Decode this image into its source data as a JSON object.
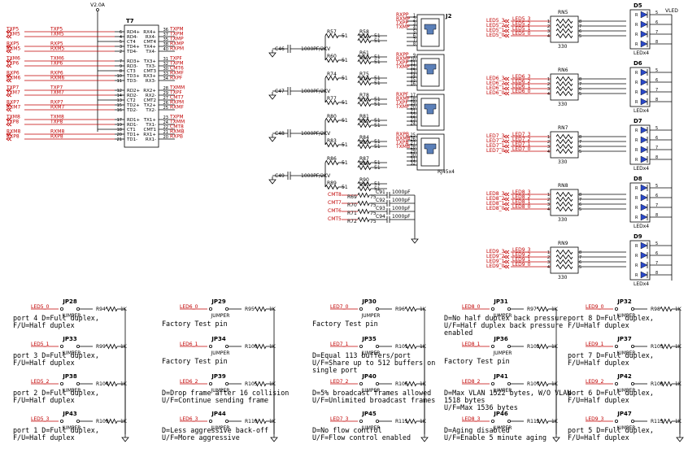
{
  "power": {
    "v2": "V2.0A",
    "vled": "VLED"
  },
  "transformer": {
    "ref": "T7",
    "left_pins": [
      {
        "n": "6",
        "l": "RD4+"
      },
      {
        "n": "4",
        "l": "RD4-"
      },
      {
        "n": "5",
        "l": "CT4"
      },
      {
        "n": "3",
        "l": "TD4+"
      },
      {
        "n": "2",
        "l": "TD4-"
      },
      {
        "n": "7",
        "l": "RD3+"
      },
      {
        "n": "9",
        "l": "RD3-"
      },
      {
        "n": "8",
        "l": "CT3"
      },
      {
        "n": "10",
        "l": "TD3+"
      },
      {
        "n": "11",
        "l": "TD3-"
      },
      {
        "n": "12",
        "l": "RD2+"
      },
      {
        "n": "14",
        "l": "RD2-"
      },
      {
        "n": "13",
        "l": "CT2"
      },
      {
        "n": "15",
        "l": "TD2+"
      },
      {
        "n": "16",
        "l": "TD2-"
      },
      {
        "n": "17",
        "l": "RD1+"
      },
      {
        "n": "19",
        "l": "RD1-"
      },
      {
        "n": "18",
        "l": "CT1"
      },
      {
        "n": "20",
        "l": "TD1+"
      },
      {
        "n": "21",
        "l": "TD1-"
      }
    ],
    "right_pins": [
      {
        "n": "36",
        "l": "RX4+"
      },
      {
        "n": "37",
        "l": "RX4-"
      },
      {
        "n": "35",
        "l": "CMT4"
      },
      {
        "n": "38",
        "l": "TX4+"
      },
      {
        "n": "40",
        "l": "TX4-"
      },
      {
        "n": "31",
        "l": "TX3+"
      },
      {
        "n": "32",
        "l": "TX3-"
      },
      {
        "n": "30",
        "l": "CMT3"
      },
      {
        "n": "33",
        "l": "RX3+"
      },
      {
        "n": "34",
        "l": "RX3-"
      },
      {
        "n": "28",
        "l": "RX2+"
      },
      {
        "n": "29",
        "l": "RX2-"
      },
      {
        "n": "27",
        "l": "CMT2"
      },
      {
        "n": "26",
        "l": "TX2+"
      },
      {
        "n": "25",
        "l": "TX2-"
      },
      {
        "n": "23",
        "l": "TX1+"
      },
      {
        "n": "24",
        "l": "TX1-"
      },
      {
        "n": "22",
        "l": "CMT1"
      },
      {
        "n": "21",
        "l": "RX1+"
      },
      {
        "n": "20",
        "l": "RX1-"
      }
    ]
  },
  "left_nets": [
    "TXP5",
    "TXM5",
    "RXP5",
    "RXM5",
    "TXM6",
    "TXP6",
    "RXP6",
    "RXM6",
    "TXP7",
    "TXM7",
    "RXP7",
    "RXM7",
    "TXM8",
    "TXP8",
    "RXM8",
    "RXP8"
  ],
  "right_nets": [
    "TXPM",
    "TXPM",
    "TXMP",
    "RXMP",
    "RXPM",
    "TXPF",
    "TXPM",
    "CMT6",
    "RXMF",
    "RXPF",
    "TXMM",
    "TXPF",
    "CMT7",
    "RXPM",
    "RXMF",
    "TXPM",
    "TXMM",
    "CMT8",
    "RXMB",
    "RXPB"
  ],
  "connector": {
    "ref": "J2",
    "part": "RJ45x4",
    "nets": [
      "RXPP",
      "RXMP",
      "TXPP",
      "TXMP",
      "RXPP",
      "RXMP",
      "TXPP",
      "TXMP",
      "RXPF",
      "RXMF",
      "TXPF",
      "TXMF",
      "RXPB",
      "RXMB",
      "TXPB",
      "TXMB"
    ]
  },
  "termination": {
    "caps": [
      "C46",
      "C47",
      "C48",
      "C49"
    ],
    "cap_value": "1000PF/2KV",
    "res": [
      [
        "R57",
        "R58",
        "R59",
        "R60",
        "R61",
        "R62"
      ],
      [
        "R74",
        "R75",
        "R76",
        "R77",
        "R78",
        "R79"
      ],
      [
        "R80",
        "R81",
        "R82",
        "R83",
        "R84",
        "R85"
      ],
      [
        "R86",
        "R87",
        "R88",
        "R89",
        "R90",
        "R91"
      ]
    ],
    "res_value": "51"
  },
  "cmt_filter": {
    "items": [
      {
        "net": "CMT8",
        "r": "R69",
        "c": "C91"
      },
      {
        "net": "CMT7",
        "r": "R70",
        "c": "C92"
      },
      {
        "net": "CMT6",
        "r": "R71",
        "c": "C93"
      },
      {
        "net": "CMT5",
        "r": "R72",
        "c": "C94"
      }
    ],
    "r_value": "75",
    "c_value": "1000pF"
  },
  "led_banks": [
    {
      "rn": "RN5",
      "d": "D5",
      "nets": [
        "LED5_3",
        "LED5_2",
        "LED5_1",
        "LED5_0"
      ]
    },
    {
      "rn": "RN6",
      "d": "D6",
      "nets": [
        "LED6_3",
        "LED6_2",
        "LED6_1",
        "LED6_0"
      ]
    },
    {
      "rn": "RN7",
      "d": "D7",
      "nets": [
        "LED7_3",
        "LED7_2",
        "LED7_1",
        "LED7_0"
      ]
    },
    {
      "rn": "RN8",
      "d": "D8",
      "nets": [
        "LED8_3",
        "LED8_2",
        "LED8_1",
        "LED8_0"
      ]
    },
    {
      "rn": "RN9",
      "d": "D9",
      "nets": [
        "LED9_3",
        "LED9_2",
        "LED9_1",
        "LED9_0"
      ]
    }
  ],
  "led_bank_labels": {
    "rn_value": "330",
    "d_part": "LEDx4"
  },
  "jumper_label": "JUMPER",
  "jumper_res_value": "1K",
  "jumper_columns": [
    {
      "items": [
        {
          "jp": "JP28",
          "net": "LED5_0",
          "r": "R94",
          "desc": [
            "port 4 D=Full duplex,",
            "F/U=Half duplex"
          ]
        },
        {
          "jp": "JP33",
          "net": "LED5_1",
          "r": "R99",
          "desc": [
            "port 3 D=Full duplex,",
            "F/U=Half duplex"
          ]
        },
        {
          "jp": "JP38",
          "net": "LED5_2",
          "r": "R104",
          "desc": [
            "port 2 D=Full duplex,",
            "F/U=Half duplex"
          ]
        },
        {
          "jp": "JP43",
          "net": "LED5_3",
          "r": "R109",
          "desc": [
            "port 1 D=Full duplex,",
            "F/U=Half duplex"
          ]
        }
      ]
    },
    {
      "items": [
        {
          "jp": "JP29",
          "net": "LED6_0",
          "r": "R95",
          "desc": [
            "Factory Test pin"
          ]
        },
        {
          "jp": "JP34",
          "net": "LED6_1",
          "r": "R100",
          "desc": [
            "Factory Test pin"
          ]
        },
        {
          "jp": "JP39",
          "net": "LED6_2",
          "r": "R105",
          "desc": [
            "D=Drop frame after 16 collision",
            "U/F=Continue sending frame"
          ]
        },
        {
          "jp": "JP44",
          "net": "LED6_3",
          "r": "R110",
          "desc": [
            "D=Less aggressive back-off",
            "U/F=More aggressive"
          ]
        }
      ]
    },
    {
      "items": [
        {
          "jp": "JP30",
          "net": "LED7_0",
          "r": "R96",
          "desc": [
            "Factory Test pin"
          ]
        },
        {
          "jp": "JP35",
          "net": "LED7_1",
          "r": "R101",
          "desc": [
            "D=Equal 113 buffers/port",
            "U/F=Share up to 512 buffers on",
            "single port"
          ]
        },
        {
          "jp": "JP40",
          "net": "LED7_2",
          "r": "R106",
          "desc": [
            "D=5% broadcast frames allowed",
            "U/F=Unlimited broadcast frames"
          ]
        },
        {
          "jp": "JP45",
          "net": "LED7_3",
          "r": "R111",
          "desc": [
            "D=No flow control",
            "U/F=Flow control enabled"
          ]
        }
      ]
    },
    {
      "items": [
        {
          "jp": "JP31",
          "net": "LED8_0",
          "r": "R97",
          "desc": [
            "D=No half duplex back pressure",
            "U/F=Half duplex back pressure",
            "enabled"
          ]
        },
        {
          "jp": "JP36",
          "net": "LED8_1",
          "r": "R102",
          "desc": [
            "Factory Test pin"
          ]
        },
        {
          "jp": "JP41",
          "net": "LED8_2",
          "r": "R107",
          "desc": [
            "D=Max VLAN 1522 bytes, W/O VLAN",
            "1518 bytes",
            "U/F=Max 1536 bytes"
          ]
        },
        {
          "jp": "JP46",
          "net": "LED8_3",
          "r": "R112",
          "desc": [
            "D=Aging disabled",
            "U/F=Enable 5 minute aging"
          ]
        }
      ]
    },
    {
      "items": [
        {
          "jp": "JP32",
          "net": "LED9_0",
          "r": "R98",
          "desc": [
            "port 8 D=Full duplex,",
            "F/U=Half duplex"
          ]
        },
        {
          "jp": "JP37",
          "net": "LED9_1",
          "r": "R103",
          "desc": [
            "port 7 D=Full duplex,",
            "F/U=Half duplex"
          ]
        },
        {
          "jp": "JP42",
          "net": "LED9_2",
          "r": "R108",
          "desc": [
            "port 6 D=Full duplex,",
            "F/U=Half duplex"
          ]
        },
        {
          "jp": "JP47",
          "net": "LED9_3",
          "r": "R113",
          "desc": [
            "port 5 D=Full duplex,",
            "F/U=Half duplex"
          ]
        }
      ]
    }
  ]
}
